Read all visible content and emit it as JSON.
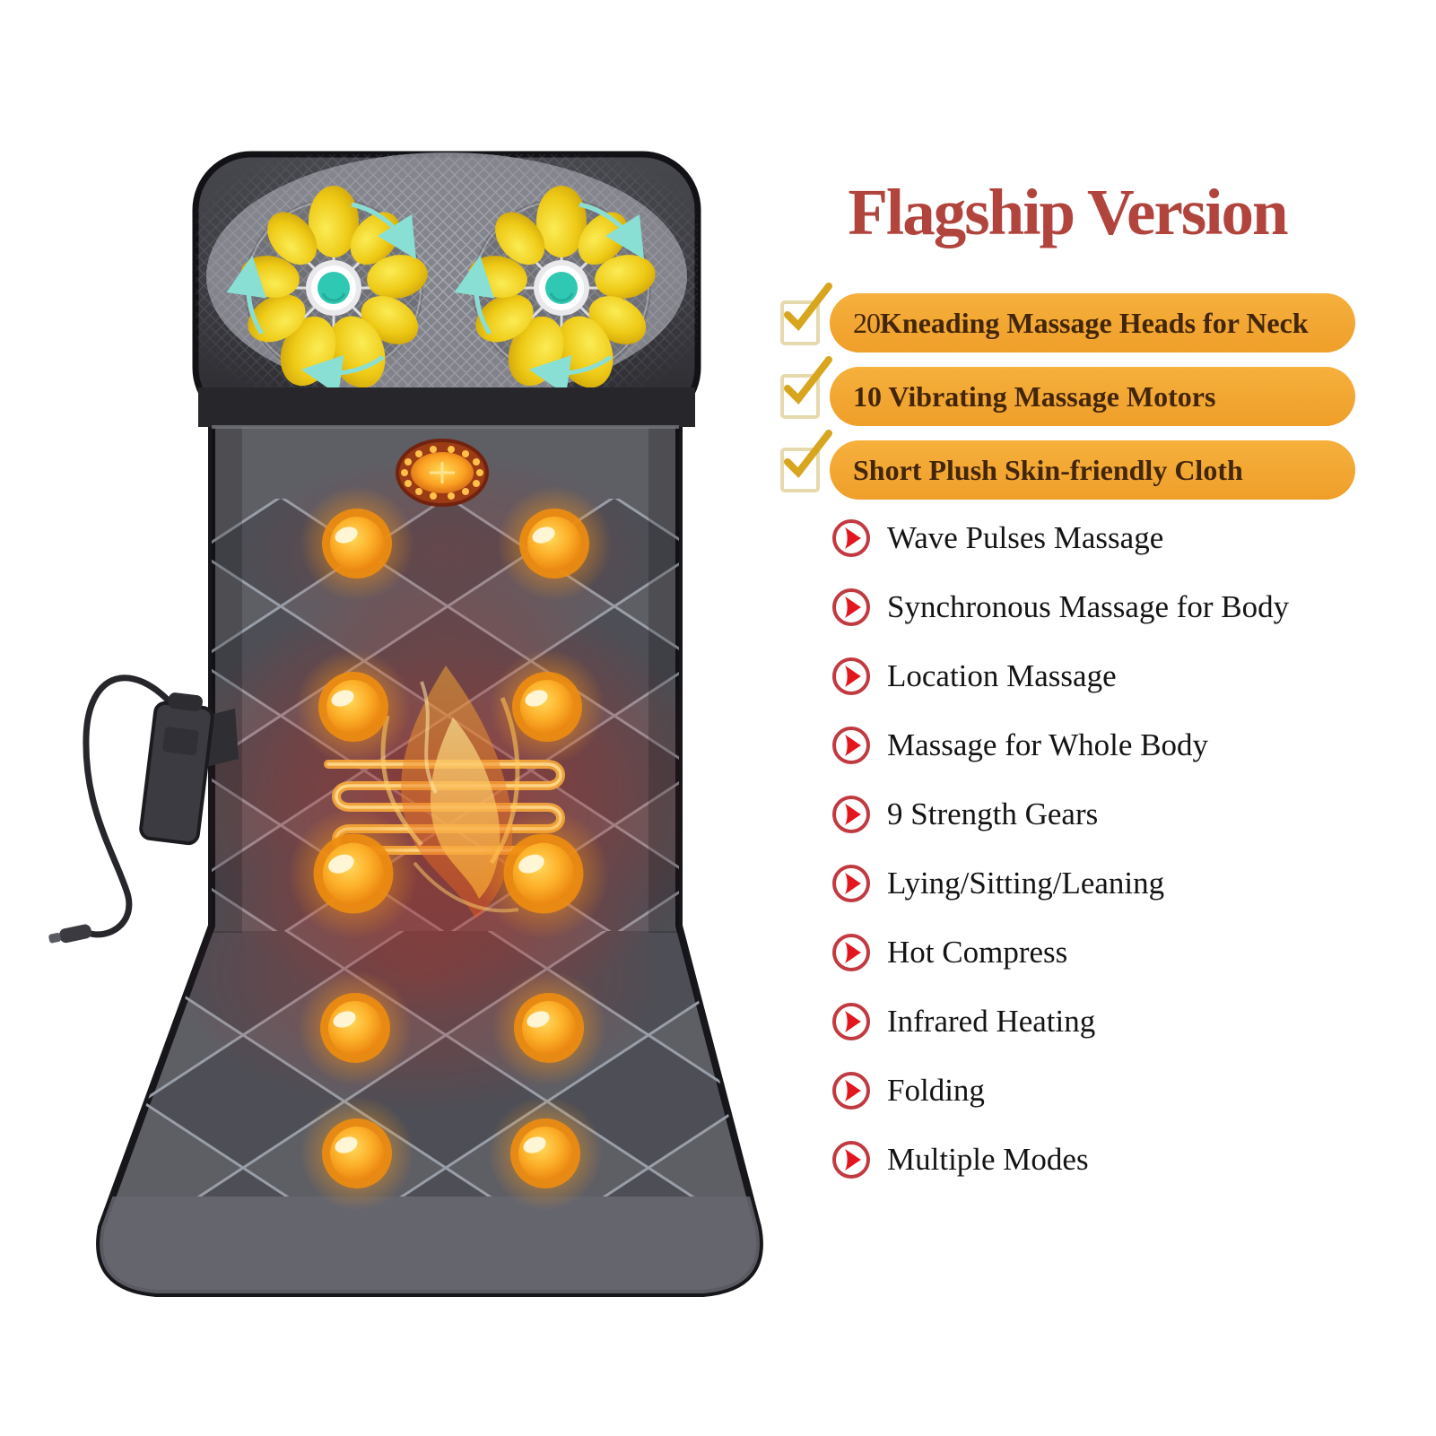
{
  "title": "Flagship Version",
  "highlights": [
    {
      "num": "20",
      "text": "Kneading Massage Heads for Neck"
    },
    {
      "num": "",
      "text": "10 Vibrating Massage Motors"
    },
    {
      "num": "",
      "text": "Short Plush Skin-friendly Cloth"
    }
  ],
  "features": [
    "Wave Pulses Massage",
    "Synchronous Massage for Body",
    "Location Massage",
    "Massage for Whole Body",
    "9 Strength Gears",
    "Lying/Sitting/Leaning",
    "Hot Compress",
    "Infrared Heating",
    "Folding",
    "Multiple Modes"
  ],
  "colors": {
    "title_red": "#b2443e",
    "pill_yellow": "#f2a636",
    "pill_text_brown": "#43260a",
    "bullet_arrow_red": "#e3161d",
    "bullet_ring_red": "#c23a41",
    "checkmark_gold": "#d8a51e",
    "checkbox_border": "#e6d9ad",
    "mat_gray": "#5e5e65",
    "mat_trim_black": "#17171b",
    "motor_orange": "#f39b1d",
    "kneading_head_yellow": "#eec81a",
    "hub_teal": "#2fc8b3",
    "heat_glow_red": "#ba2c22",
    "coil_orange": "#f7a93c"
  },
  "icons": {
    "highlight_bullet": "checkbox-checked-icon",
    "feature_bullet": "arrow-circle-icon"
  },
  "illustration": {
    "type": "massage-mat-product-photo",
    "kneading_clusters_visible": 2,
    "vibration_motors_visible": 10,
    "elements": [
      "headrest-pillow",
      "kneading-head-cluster",
      "ir-lamp-oval",
      "vibration-motor",
      "heating-coil",
      "flame-graphic",
      "remote-control",
      "power-cable",
      "quilted-mat-body"
    ]
  }
}
